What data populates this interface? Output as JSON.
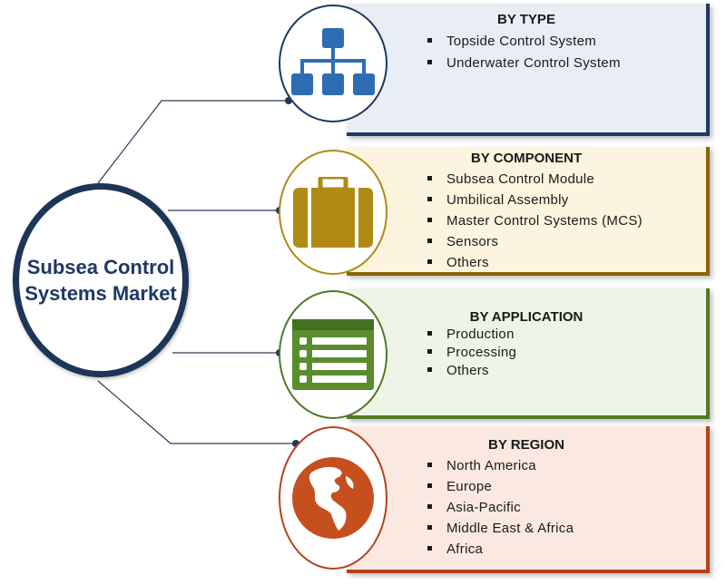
{
  "center": {
    "title": "Subsea Control Systems Market"
  },
  "segments": [
    {
      "title": "BY TYPE",
      "icon": "hierarchy-icon",
      "accent": "#1f3864",
      "items": [
        "Topside Control System",
        "Underwater Control System"
      ]
    },
    {
      "title": "BY COMPONENT",
      "icon": "briefcase-icon",
      "accent": "#b08a14",
      "items": [
        "Subsea Control Module",
        "Umbilical Assembly",
        "Master Control Systems (MCS)",
        "Sensors",
        "Others"
      ]
    },
    {
      "title": "BY APPLICATION",
      "icon": "list-form-icon",
      "accent": "#4f7a26",
      "items": [
        "Production",
        "Processing",
        "Others"
      ]
    },
    {
      "title": "BY REGION",
      "icon": "globe-icon",
      "accent": "#b5421e",
      "items": [
        "North America",
        "Europe",
        "Asia-Pacific",
        "Middle East & Africa",
        "Africa"
      ]
    }
  ]
}
